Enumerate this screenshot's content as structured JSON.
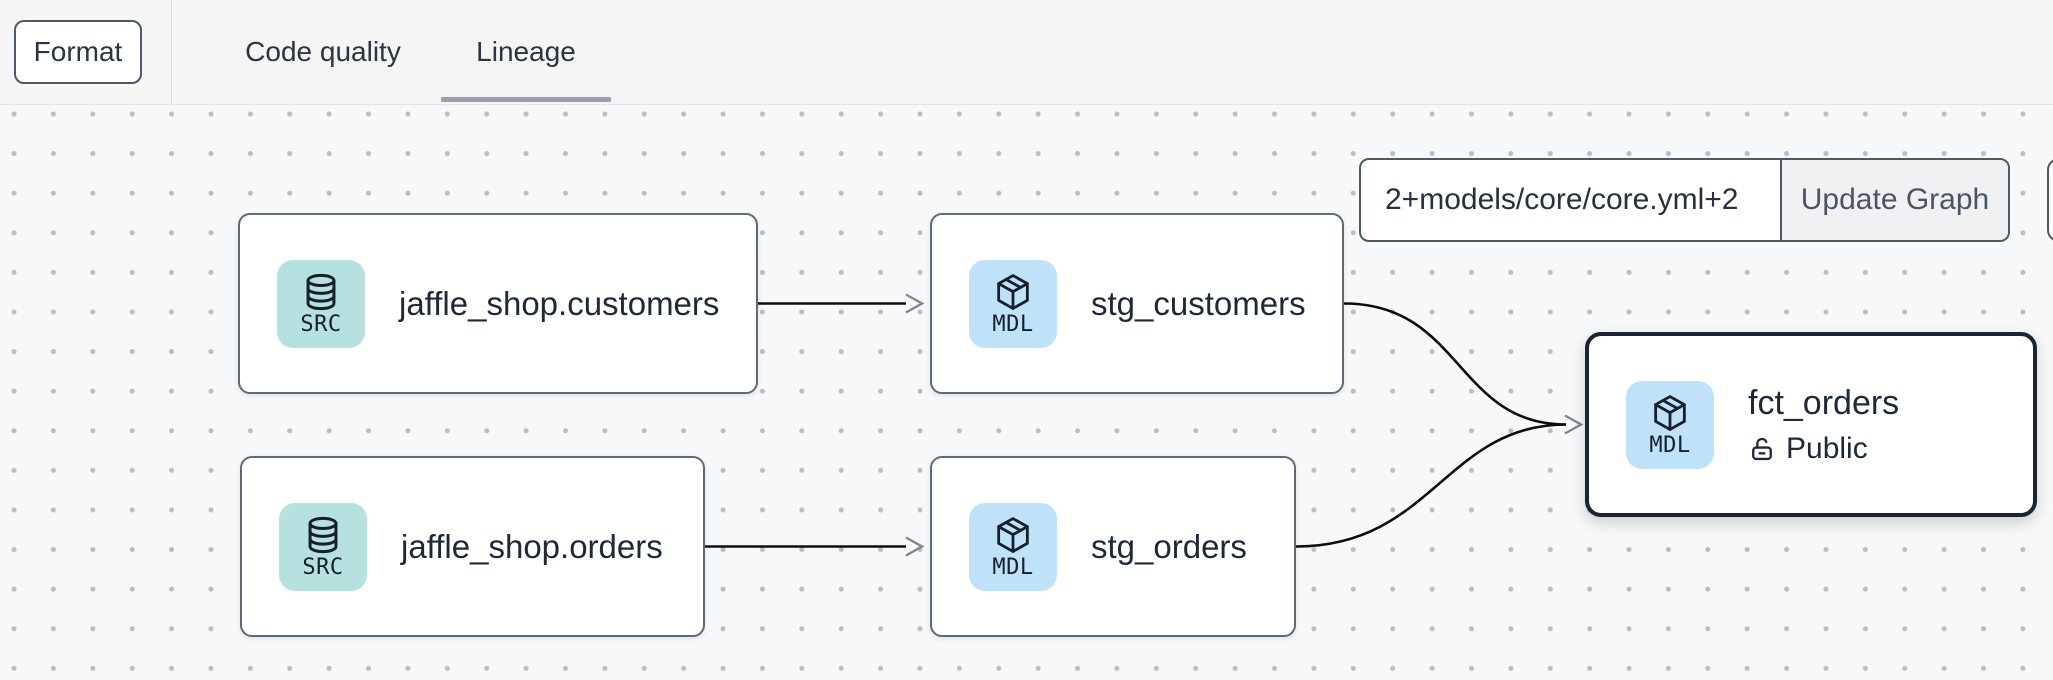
{
  "header": {
    "format_button": "Format",
    "tabs": [
      {
        "label": "Code quality",
        "active": false
      },
      {
        "label": "Lineage",
        "active": true
      }
    ]
  },
  "lineage_toolbar": {
    "selector_value": "2+models/core/core.yml+2",
    "update_graph_label": "Update Graph"
  },
  "graph": {
    "nodes": [
      {
        "label": "jaffle_shop.customers",
        "type_badge": "SRC",
        "icon": "database-icon",
        "selected": false
      },
      {
        "label": "stg_customers",
        "type_badge": "MDL",
        "icon": "cube-icon",
        "selected": false
      },
      {
        "label": "jaffle_shop.orders",
        "type_badge": "SRC",
        "icon": "database-icon",
        "selected": false
      },
      {
        "label": "stg_orders",
        "type_badge": "MDL",
        "icon": "cube-icon",
        "selected": false
      },
      {
        "label": "fct_orders",
        "type_badge": "MDL",
        "icon": "cube-icon",
        "access": "Public",
        "selected": true
      }
    ],
    "edges": [
      {
        "from": "jaffle_shop.customers",
        "to": "stg_customers"
      },
      {
        "from": "jaffle_shop.orders",
        "to": "stg_orders"
      },
      {
        "from": "stg_customers",
        "to": "fct_orders"
      },
      {
        "from": "stg_orders",
        "to": "fct_orders"
      }
    ]
  },
  "colors": {
    "src_badge_bg": "#b7e1de",
    "mdl_badge_bg": "#c0e2f8",
    "node_border": "#5f6a78",
    "selected_node_border": "#1a2433",
    "tab_underline": "#9aa1ad",
    "edge_stroke": "#0b0d10",
    "arrowhead": "#7f8692",
    "canvas_bg": "#f7f8f9",
    "header_bg": "#f5f5f6"
  }
}
